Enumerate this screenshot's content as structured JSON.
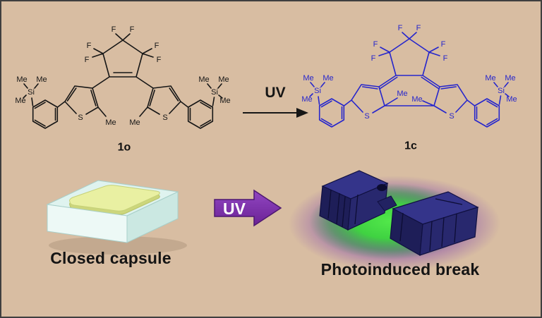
{
  "canvas": {
    "background": "#d8bda2",
    "border_color": "#3f3f3f"
  },
  "atoms": {
    "F": "F",
    "Me": "Me",
    "Si": "Si",
    "S": "S"
  },
  "scheme": {
    "reactant_id": "1o",
    "product_id": "1c",
    "condition": "UV",
    "reactant_color": "#161616",
    "product_color": "#2626cc"
  },
  "bottom": {
    "uv_label": "UV",
    "uv_arrow_color": "#7b2d9e",
    "left_caption": "Closed capsule",
    "right_caption": "Photoinduced break",
    "capsule_color": "#dff3ef",
    "capsule_core_color": "#e9f0a2",
    "crystal_color": "#28286e",
    "glow_green": "#3bd83c",
    "glow_purple": "#7b3fae"
  }
}
